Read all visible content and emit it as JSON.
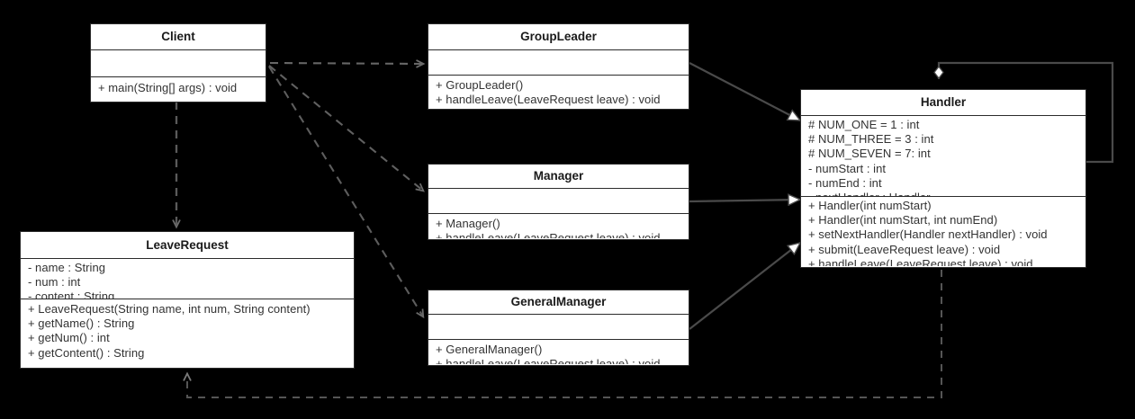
{
  "diagram": {
    "type": "uml-class-diagram",
    "background": "#000000",
    "box_fill": "#ffffff",
    "line_color": "#2b2b2b",
    "dashed_color": "#555555",
    "classes": [
      {
        "id": "client",
        "name": "Client",
        "attributes": [],
        "operations": [
          "+ main(String[] args) : void"
        ]
      },
      {
        "id": "groupleader",
        "name": "GroupLeader",
        "attributes": [],
        "operations": [
          "+ GroupLeader()",
          "+ handleLeave(LeaveRequest leave) : void"
        ]
      },
      {
        "id": "manager",
        "name": "Manager",
        "attributes": [],
        "operations": [
          "+ Manager()",
          "+ handleLeave(LeaveRequest leave) : void"
        ]
      },
      {
        "id": "generalmanager",
        "name": "GeneralManager",
        "attributes": [],
        "operations": [
          "+ GeneralManager()",
          "+ handleLeave(LeaveRequest leave) : void"
        ]
      },
      {
        "id": "handler",
        "name": "Handler",
        "attributes": [
          "# NUM_ONE = 1 :   int",
          "# NUM_THREE = 3 :   int",
          "# NUM_SEVEN = 7:   int",
          "- numStart :   int",
          "- numEnd :   int",
          "- nextHandler :   Handler"
        ],
        "operations": [
          "+ Handler(int numStart)",
          "+ Handler(int numStart, int numEnd)",
          "+ setNextHandler(Handler nextHandler) :   void",
          "+ submit(LeaveRequest leave) :   void",
          "+ handleLeave(LeaveRequest leave) :   void"
        ]
      },
      {
        "id": "leaverequest",
        "name": "LeaveRequest",
        "attributes": [
          "- name : String",
          "- num : int",
          "- content : String"
        ],
        "operations": [
          "+ LeaveRequest(String name, int num, String content)",
          "+ getName() : String",
          "+ getNum() : int",
          "+ getContent() : String"
        ]
      }
    ],
    "relationships": [
      {
        "id": "client-groupleader",
        "from": "Client",
        "to": "GroupLeader",
        "kind": "dependency",
        "style": "dashed",
        "arrow": "open"
      },
      {
        "id": "client-manager",
        "from": "Client",
        "to": "Manager",
        "kind": "dependency",
        "style": "dashed",
        "arrow": "open"
      },
      {
        "id": "client-generalmanager",
        "from": "Client",
        "to": "GeneralManager",
        "kind": "dependency",
        "style": "dashed",
        "arrow": "open"
      },
      {
        "id": "client-leaverequest",
        "from": "Client",
        "to": "LeaveRequest",
        "kind": "dependency",
        "style": "dashed",
        "arrow": "open"
      },
      {
        "id": "groupleader-handler",
        "from": "GroupLeader",
        "to": "Handler",
        "kind": "generalization",
        "style": "solid",
        "arrow": "hollow-triangle"
      },
      {
        "id": "manager-handler",
        "from": "Manager",
        "to": "Handler",
        "kind": "generalization",
        "style": "solid",
        "arrow": "hollow-triangle"
      },
      {
        "id": "generalmanager-handler",
        "from": "GeneralManager",
        "to": "Handler",
        "kind": "generalization",
        "style": "solid",
        "arrow": "hollow-triangle"
      },
      {
        "id": "handler-handler",
        "from": "Handler",
        "to": "Handler",
        "kind": "aggregation",
        "style": "solid",
        "arrow": "hollow-diamond"
      },
      {
        "id": "handler-leaverequest",
        "from": "Handler",
        "to": "LeaveRequest",
        "kind": "dependency",
        "style": "dashed",
        "arrow": "open"
      }
    ]
  }
}
